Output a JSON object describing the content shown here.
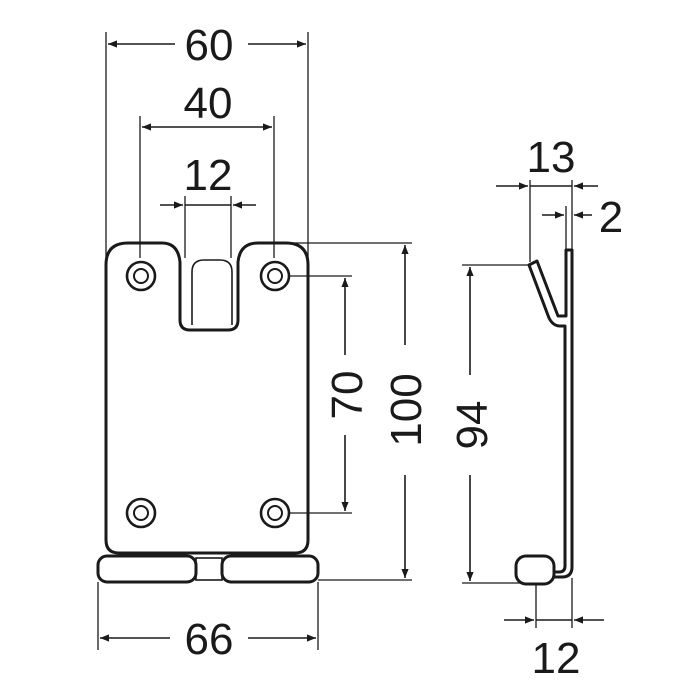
{
  "dimensions": {
    "top_width": "60",
    "inner_width": "40",
    "slot_width": "12",
    "hole_pitch": "70",
    "total_height": "100",
    "base_width": "66",
    "side_depth": "13",
    "thickness": "2",
    "side_height": "94",
    "hook_width": "12"
  },
  "colors": {
    "line": "#1a1a1a",
    "background": "#ffffff"
  }
}
